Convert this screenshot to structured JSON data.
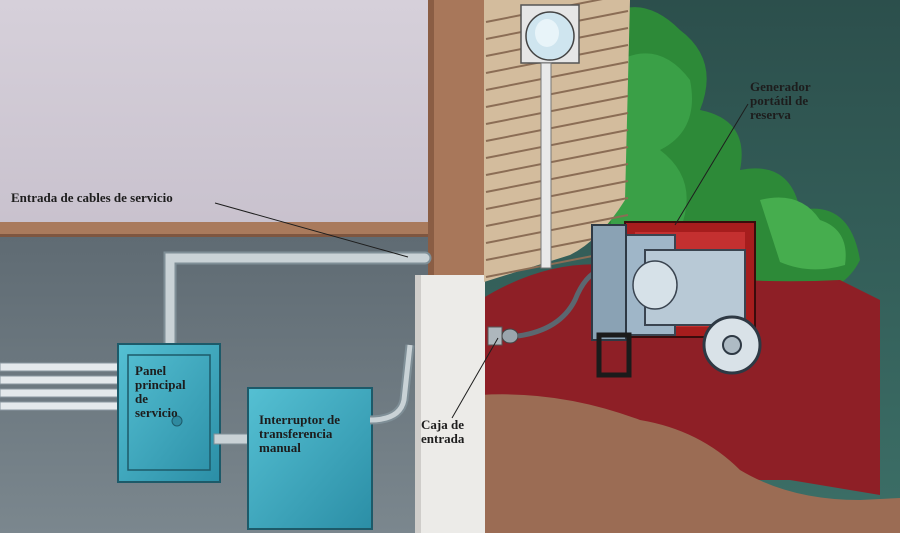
{
  "labels": {
    "service_entrance": "Entrada de cables de servicio",
    "main_panel": "Panel\nprincipal\nde\nservicio",
    "transfer_switch": "Interruptor de\ntransferencia\nmanual",
    "inlet_box": "Caja de\nentrada",
    "generator": "Generador\nportátil de\nreserva"
  },
  "colors": {
    "interior_wall": "#d3cdd6",
    "basement_wall": "#6d7a82",
    "wood_beam": "#a8775a",
    "siding": "#d6c0a3",
    "foliage": "#2f8a3a",
    "soil_red": "#8b1e24",
    "soil_brown": "#9a6a52",
    "sky": "#2e5a55",
    "equipment_blue": "#3aa8bf",
    "generator_red": "#a81f1f"
  }
}
